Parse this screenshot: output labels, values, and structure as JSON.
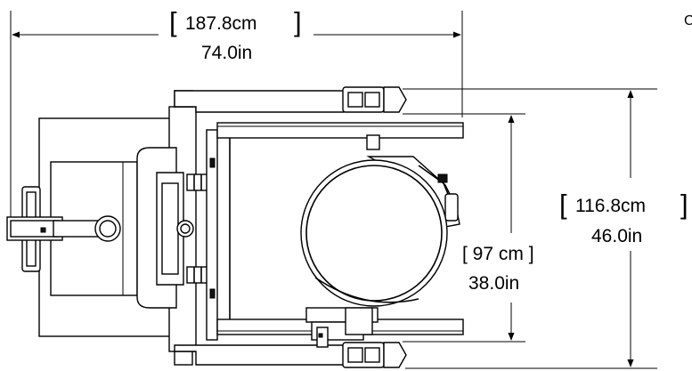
{
  "dimensions": {
    "overall_length": {
      "metric": "187.8cm",
      "imperial": "74.0in"
    },
    "overall_width": {
      "metric": "116.8cm",
      "imperial": "46.0in"
    },
    "inner_width": {
      "metric": "97 cm",
      "imperial": "38.0in"
    }
  },
  "corner_label": "C"
}
